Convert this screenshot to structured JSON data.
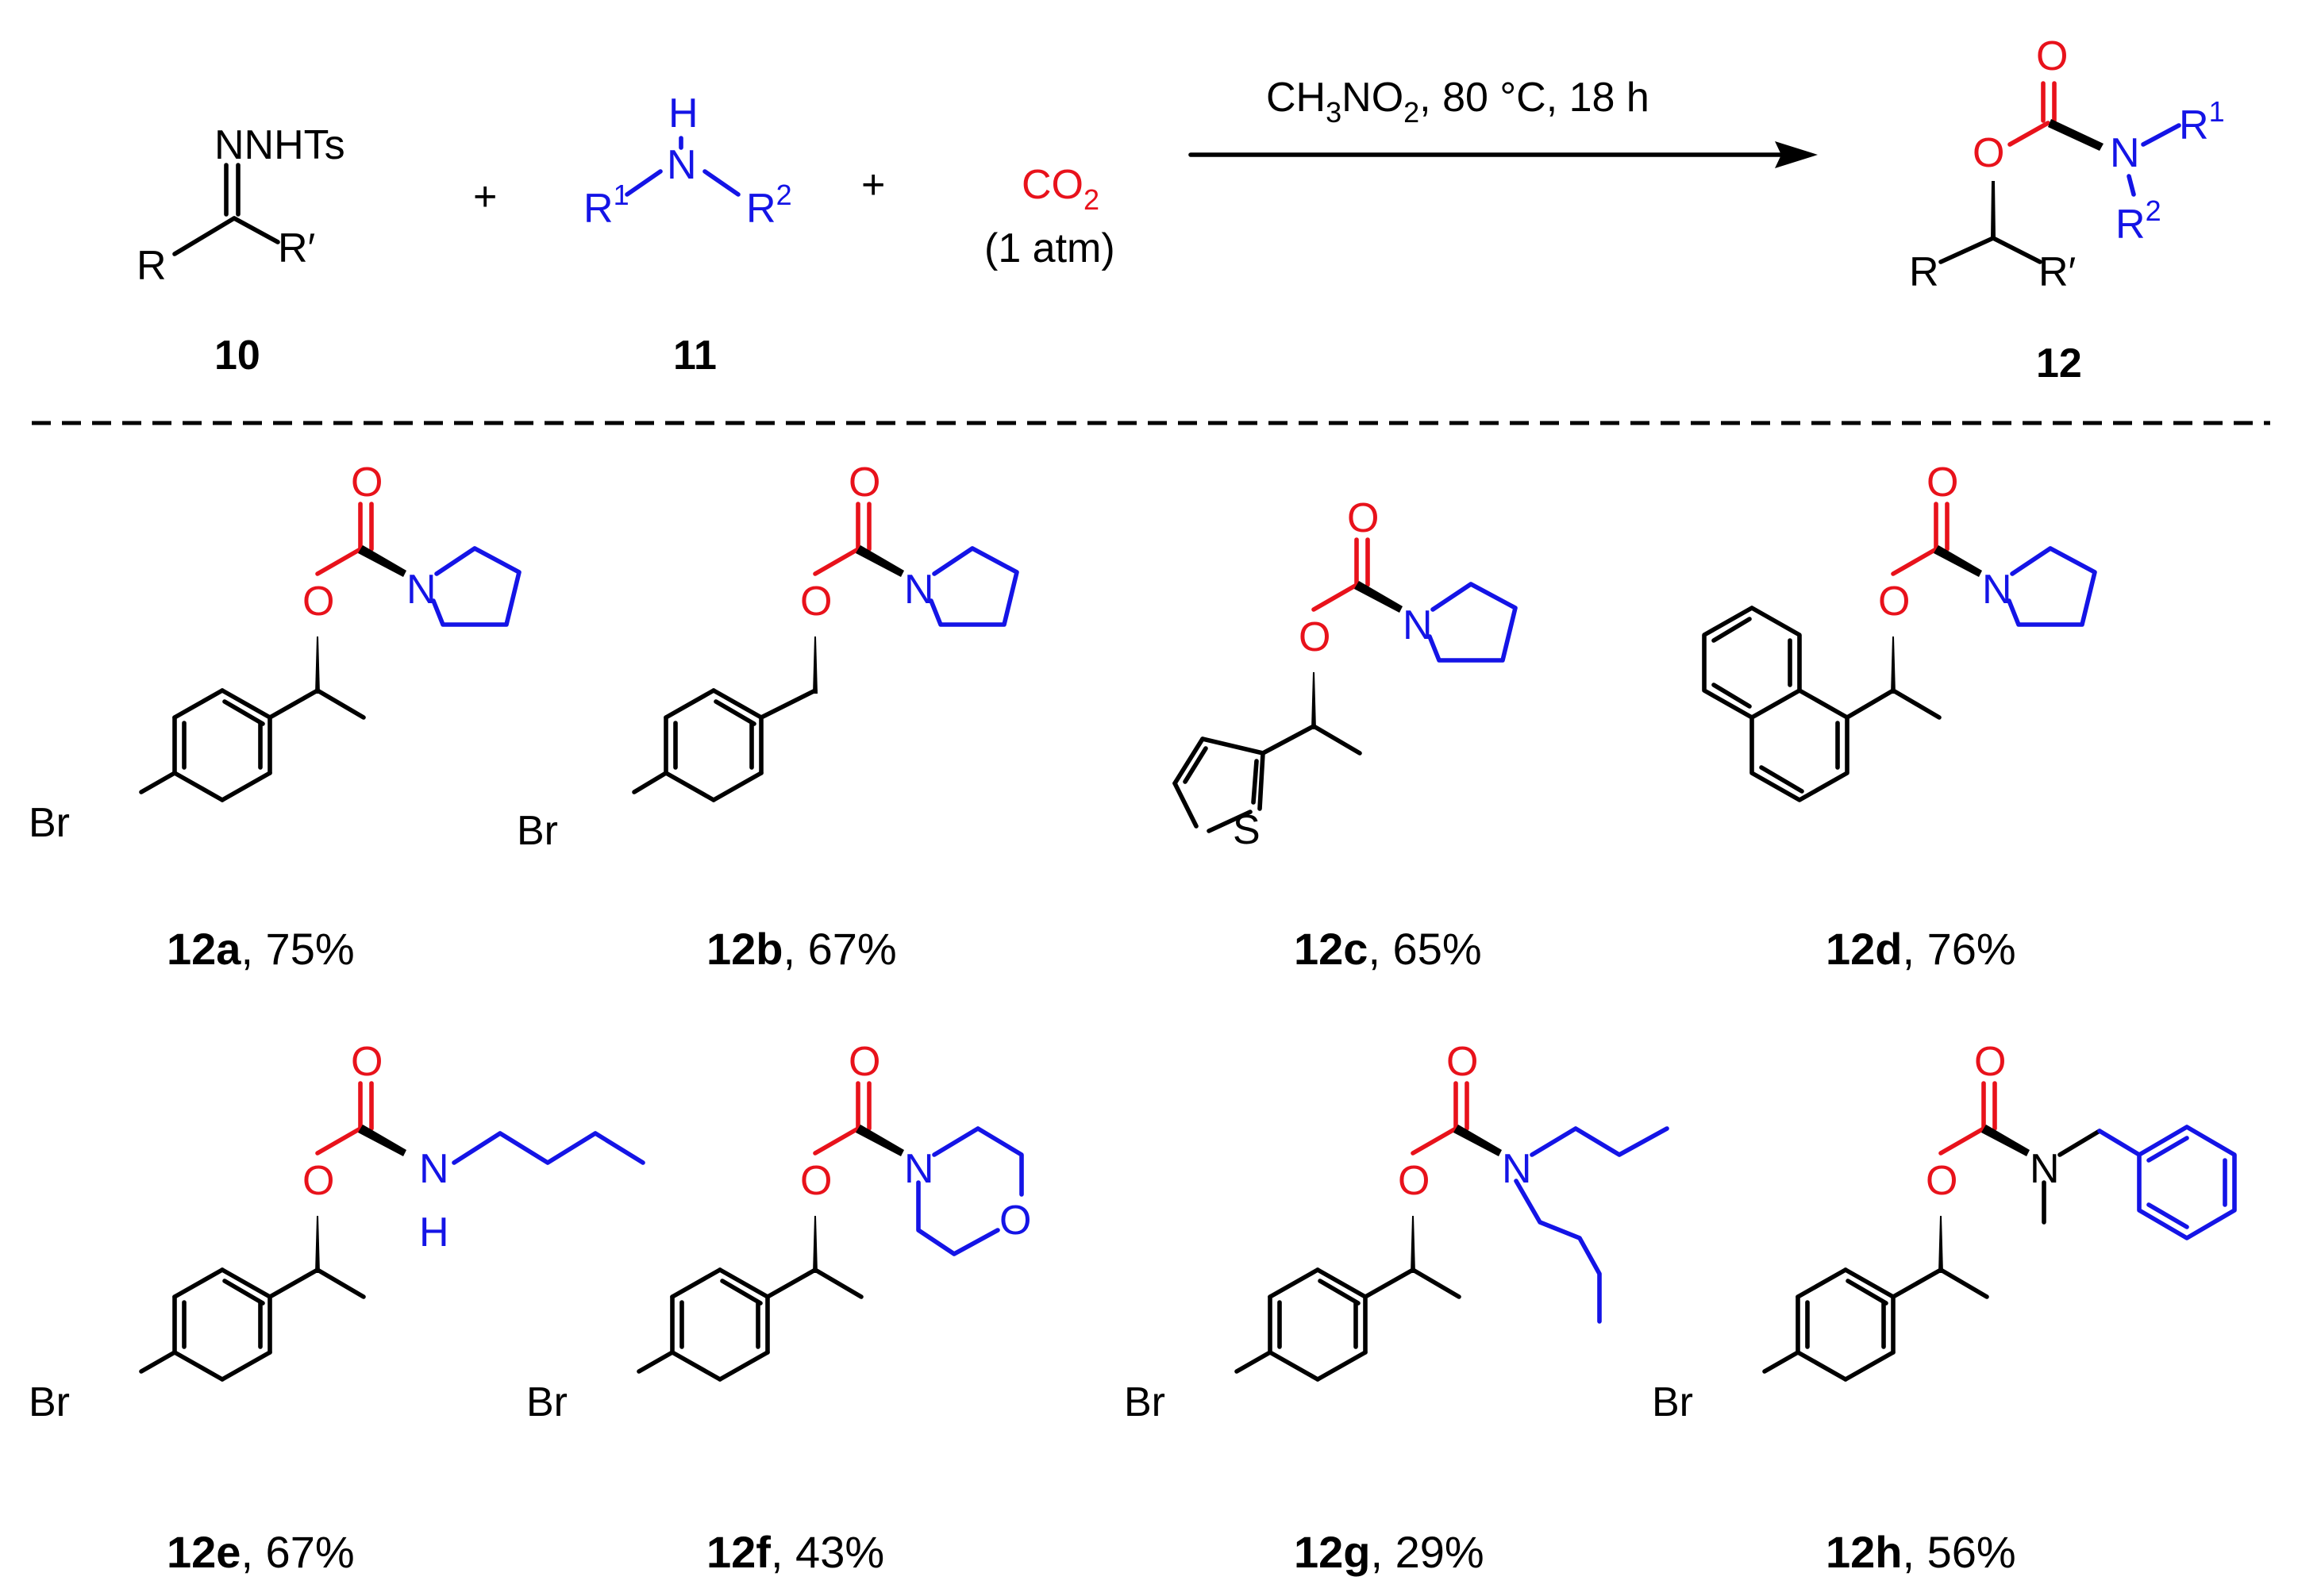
{
  "colors": {
    "reagent_amine": "#1414e6",
    "oxygen": "#e8121b",
    "bond": "#000000"
  },
  "reaction": {
    "reactant1": {
      "group": "NNHTs",
      "R": "R",
      "R_prime": "R′",
      "label": "10"
    },
    "reactant2": {
      "H": "H",
      "N": "N",
      "R1": "R",
      "R1_sup": "1",
      "R2": "R",
      "R2_sup": "2",
      "label": "11"
    },
    "reactant3": {
      "formula": "CO",
      "formula_sub": "2",
      "note": "(1 atm)"
    },
    "plus": "+",
    "conditions": {
      "part1": "CH",
      "sub1": "3",
      "part2": "NO",
      "sub2": "2",
      "part3": ", 80 °C, 18 h"
    },
    "product": {
      "O_carbonyl": "O",
      "O_ester": "O",
      "N": "N",
      "R1": "R",
      "R1_sup": "1",
      "R2": "R",
      "R2_sup": "2",
      "R": "R",
      "R_prime": "R′",
      "label": "12"
    }
  },
  "atoms": {
    "O": "O",
    "N": "N",
    "NH_N": "N",
    "NH_H": "H",
    "Br": "Br",
    "S": "S"
  },
  "products": [
    {
      "id": "12a",
      "yield": ", 75%"
    },
    {
      "id": "12b",
      "yield": ", 67%"
    },
    {
      "id": "12c",
      "yield": ", 65%"
    },
    {
      "id": "12d",
      "yield": ", 76%"
    },
    {
      "id": "12e",
      "yield": ", 67%"
    },
    {
      "id": "12f",
      "yield": ", 43%"
    },
    {
      "id": "12g",
      "yield": ", 29%"
    },
    {
      "id": "12h",
      "yield": ", 56%"
    }
  ]
}
